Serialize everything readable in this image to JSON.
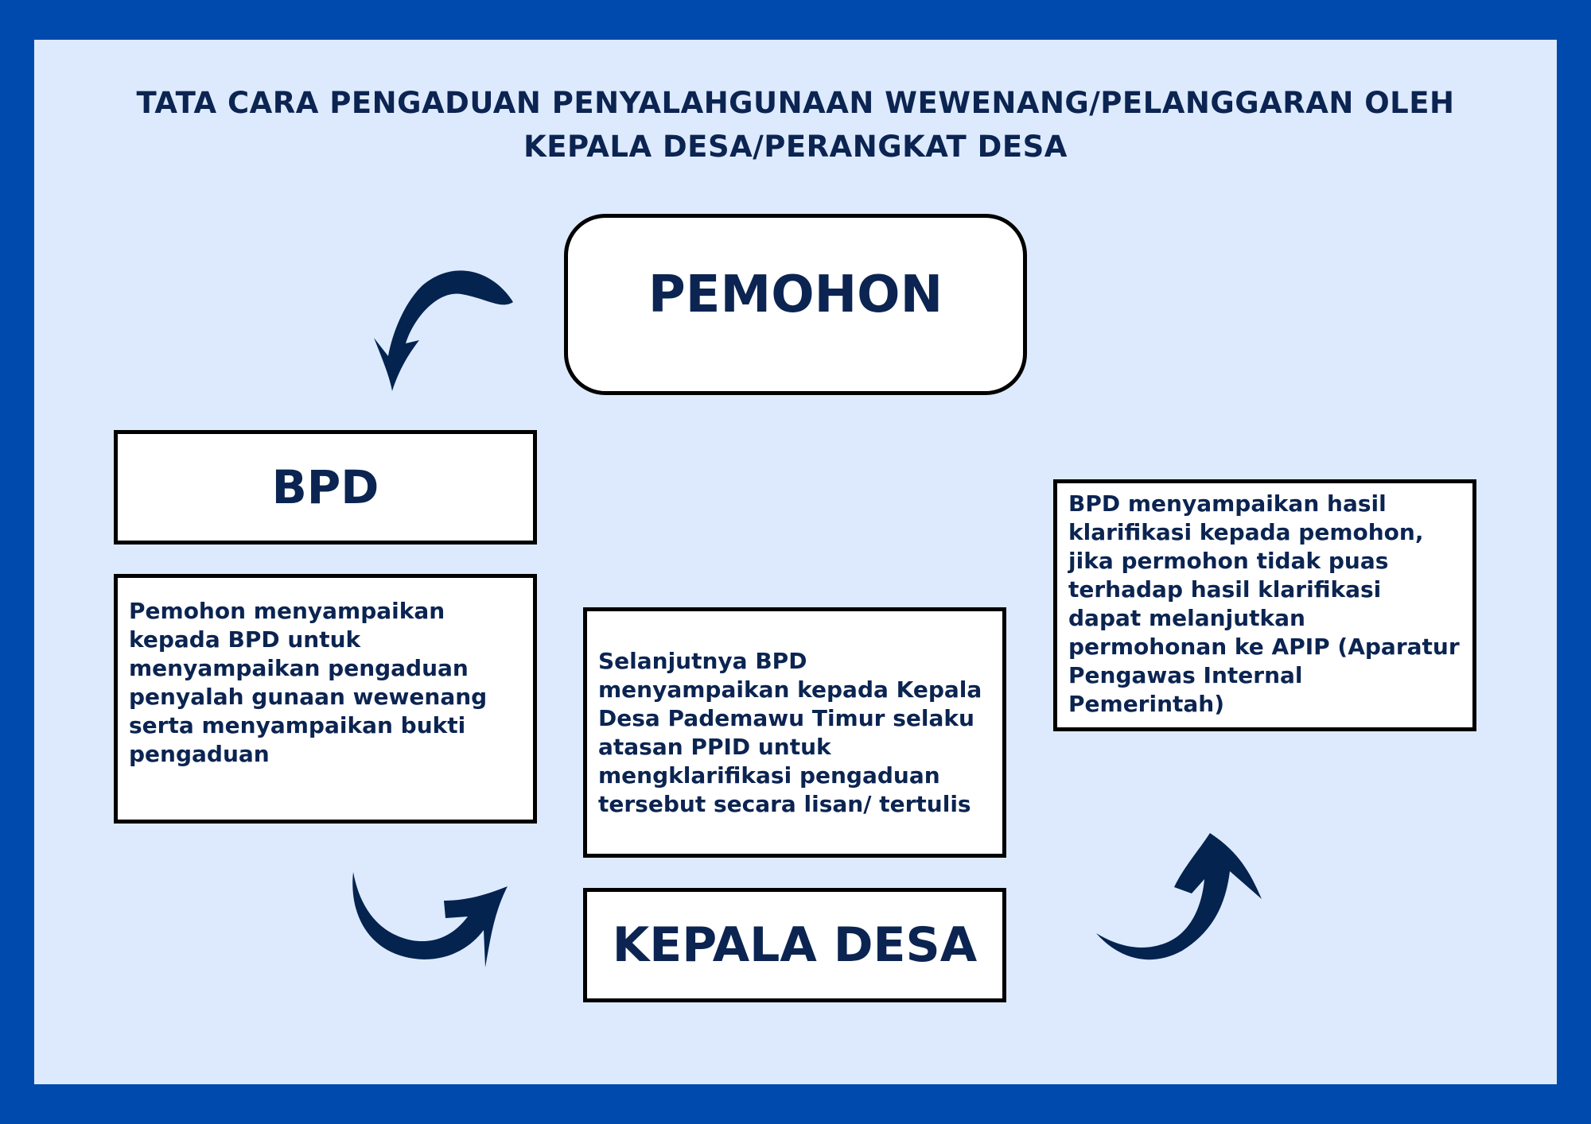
{
  "title": {
    "line1": "TATA CARA PENGADUAN PENYALAHGUNAAN WEWENANG/PELANGGARAN OLEH",
    "line2": "KEPALA DESA/PERANGKAT DESA"
  },
  "nodes": {
    "pemohon": "PEMOHON",
    "bpd": "BPD",
    "kepala_desa": "KEPALA DESA"
  },
  "descriptions": {
    "bpd": "Pemohon menyampaikan kepada BPD untuk menyampaikan pengaduan penyalah gunaan wewenang serta menyampaikan bukti pengaduan",
    "kepala_desa": "Selanjutnya BPD menyampaikan kepada Kepala Desa Pademawu Timur selaku atasan PPID untuk mengklarifikasi pengaduan tersebut secara lisan/ tertulis",
    "result": "BPD menyampaikan hasil klarifikasi kepada pemohon, jika permohon tidak puas terhadap hasil klarifikasi dapat melanjutkan permohonan ke APIP (Aparatur Pengawas Internal Pemerintah)"
  },
  "colors": {
    "frame": "#004aad",
    "background": "#ddeafd",
    "text": "#0b2451",
    "arrow": "#04234f"
  }
}
